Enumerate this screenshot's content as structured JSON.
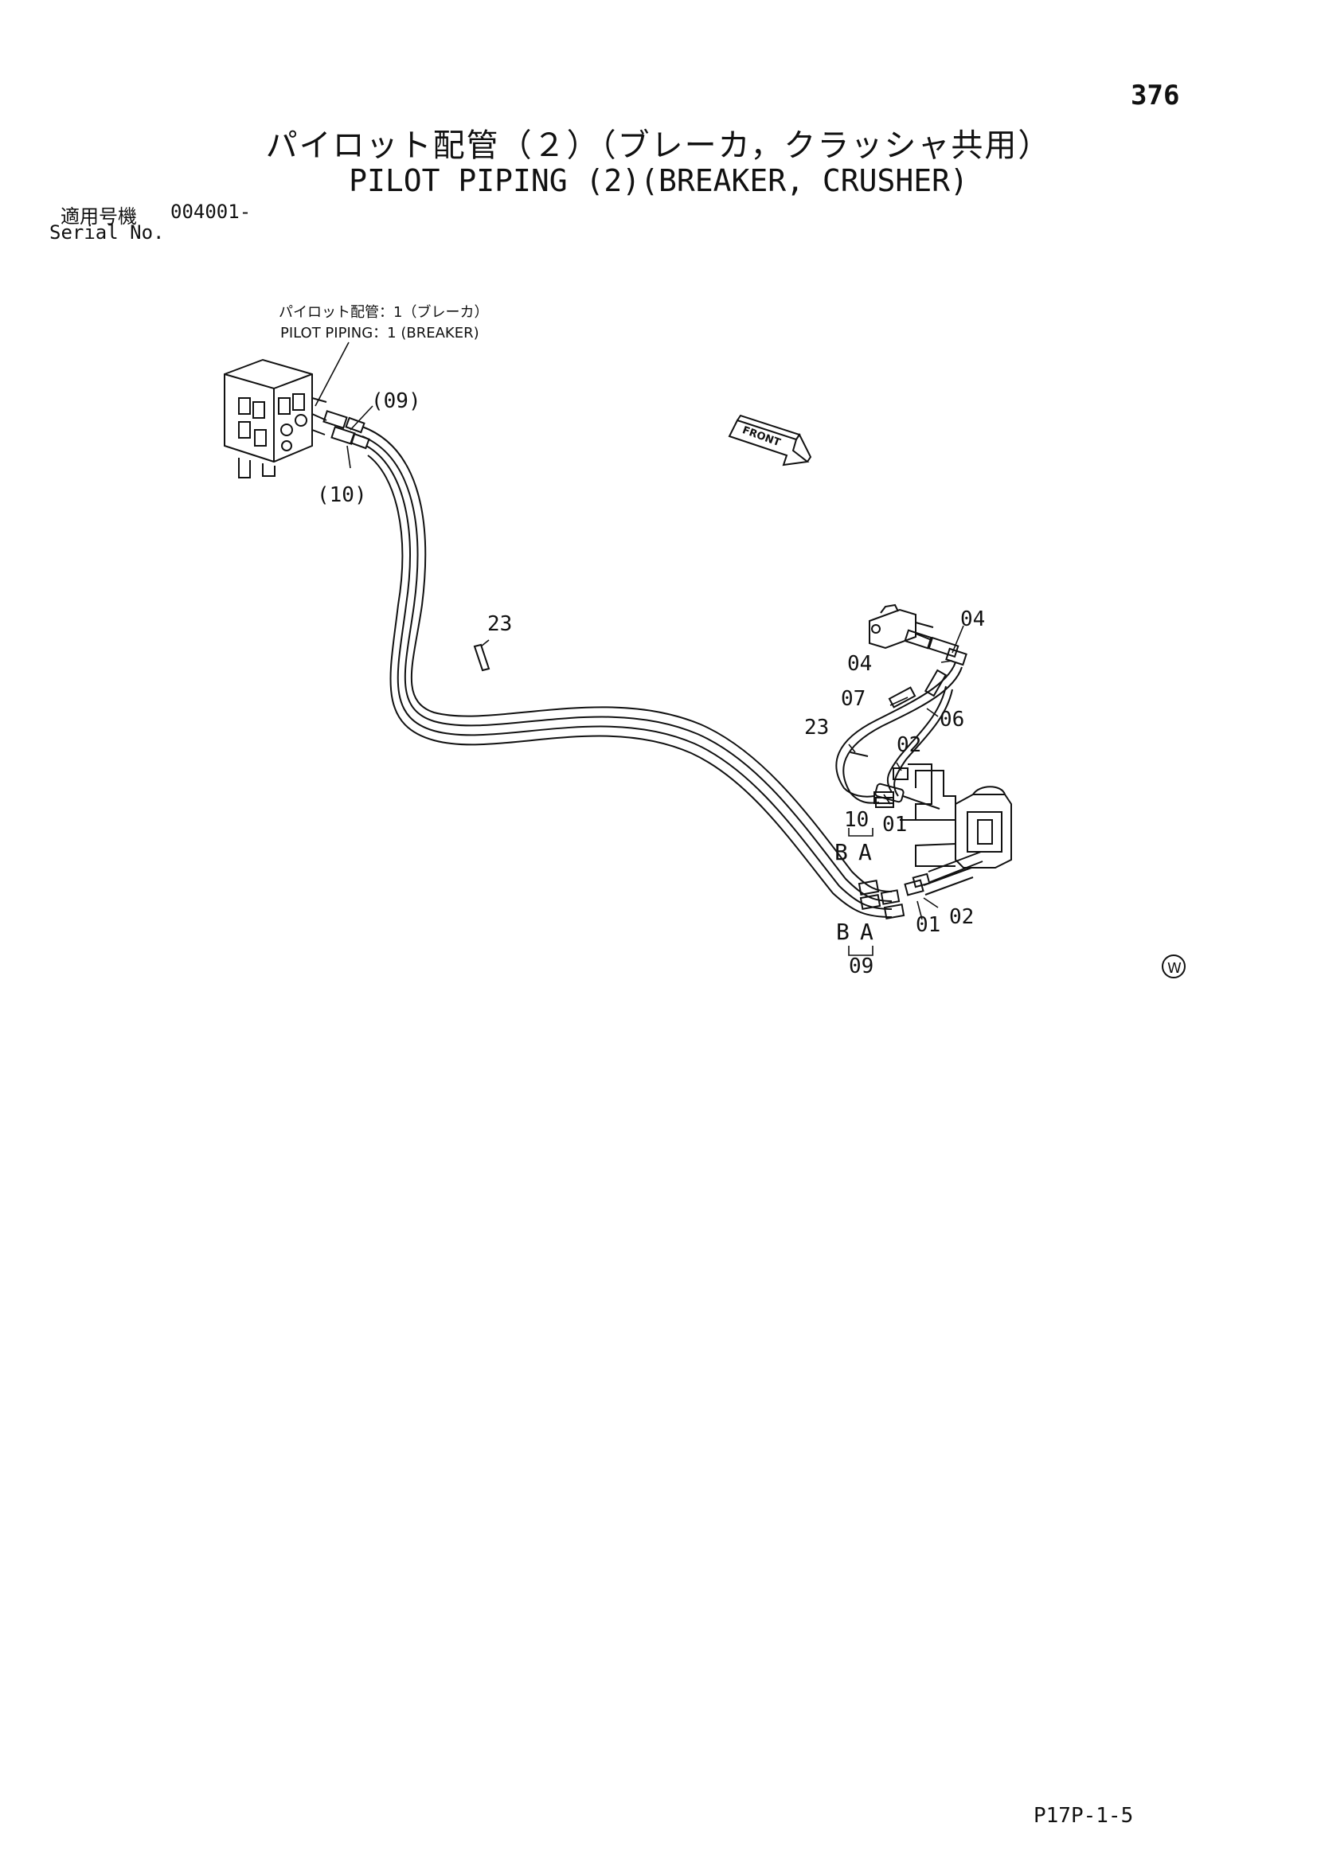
{
  "page": {
    "number": "376",
    "title_jp": "パイロット配管（２）（ブレーカ，クラッシャ共用）",
    "title_en": "PILOT PIPING (2)(BREAKER, CRUSHER)",
    "serial_jp_label": "適用号機",
    "serial_value": "004001-",
    "serial_en_label": "Serial No.",
    "footer_code": "P17P-1-5"
  },
  "diagram": {
    "reference_note_jp": "パイロット配管：1（ブレーカ）",
    "reference_note_en": "PILOT PIPING：1 (BREAKER)",
    "front_label": "FRONT",
    "w_mark": "W",
    "callouts": {
      "c09_paren": "(09)",
      "c10_paren": "(10)",
      "c23_top": "23",
      "c04_right": "04",
      "c04_left": "04",
      "c07": "07",
      "c06": "06",
      "c23_mid": "23",
      "c02_upper": "02",
      "c01_upper": "01",
      "c10": "10",
      "c_b_upper": "B",
      "c_a_upper": "A",
      "c01_lower": "01",
      "c02_lower": "02",
      "c_b_lower": "B",
      "c_a_lower": "A",
      "c09": "09"
    }
  }
}
